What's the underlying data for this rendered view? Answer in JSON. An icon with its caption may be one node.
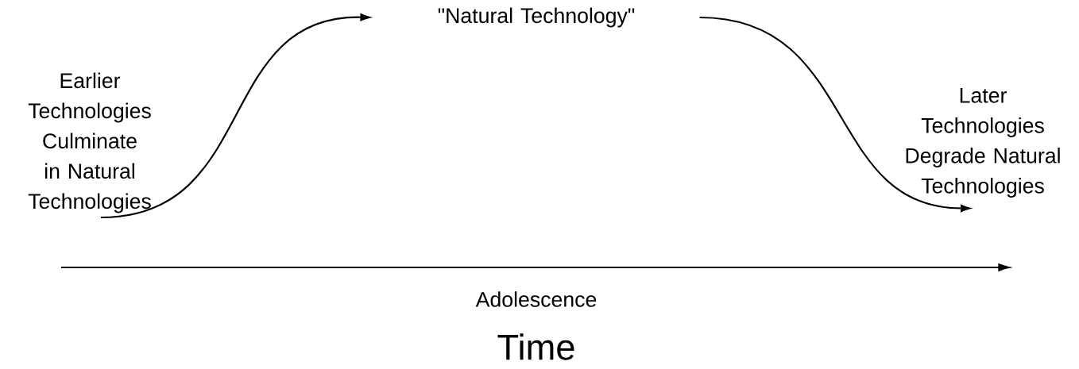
{
  "diagram": {
    "nodes": [
      {
        "text": [
          "Earlier Technologies Culminate in Natural Technologies"
        ]
      },
      {
        "text": [
          "\"Natural Technology\""
        ]
      },
      {
        "text": [
          "Later Technologies Degrade Natural Technologies"
        ]
      }
    ],
    "edges": [
      {
        "from": 0,
        "to": 1,
        "arrow": "to"
      },
      {
        "from": 1,
        "to": 2,
        "arrow": "to"
      }
    ],
    "labels": [
      "Adolescence",
      "Time"
    ]
  }
}
